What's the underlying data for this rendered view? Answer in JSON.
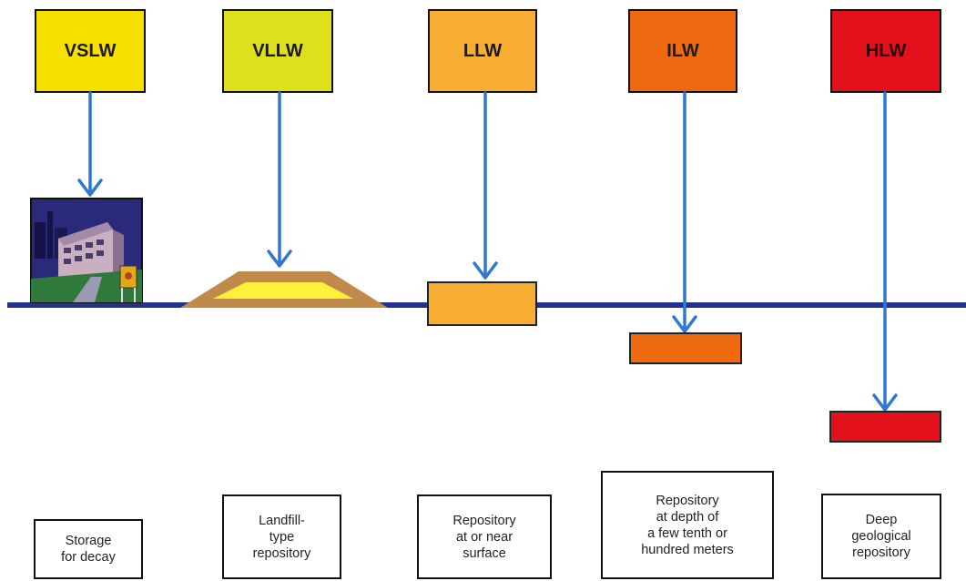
{
  "categories": [
    {
      "code": "VSLW",
      "color": "#f6e000",
      "text_color": "#1a1a1a",
      "disposal": "Storage\nfor decay"
    },
    {
      "code": "VLLW",
      "color": "#dde01a",
      "text_color": "#1a1a1a",
      "disposal": "Landfill-\ntype\nrepository"
    },
    {
      "code": "LLW",
      "color": "#f8ad33",
      "text_color": "#1a1a1a",
      "disposal": "Repository\nat or near\nsurface"
    },
    {
      "code": "ILW",
      "color": "#ee6a10",
      "text_color": "#1a1a1a",
      "disposal": "Repository\nat depth of\na few tenth or\nhundred meters"
    },
    {
      "code": "HLW",
      "color": "#e3111b",
      "text_color": "#2a0000",
      "disposal": "Deep\ngeological\nrepository"
    }
  ],
  "colors": {
    "ground_line": "#22328e",
    "arrow": "#2f77d0",
    "landfill_mound": "#c08a4a",
    "landfill_core": "#fff03c",
    "llw_repository": "#f8ad33",
    "ilw_repository": "#ee6a10",
    "hlw_repository": "#e3111b"
  },
  "icons": {
    "storage_facility": "storage-building-icon"
  }
}
